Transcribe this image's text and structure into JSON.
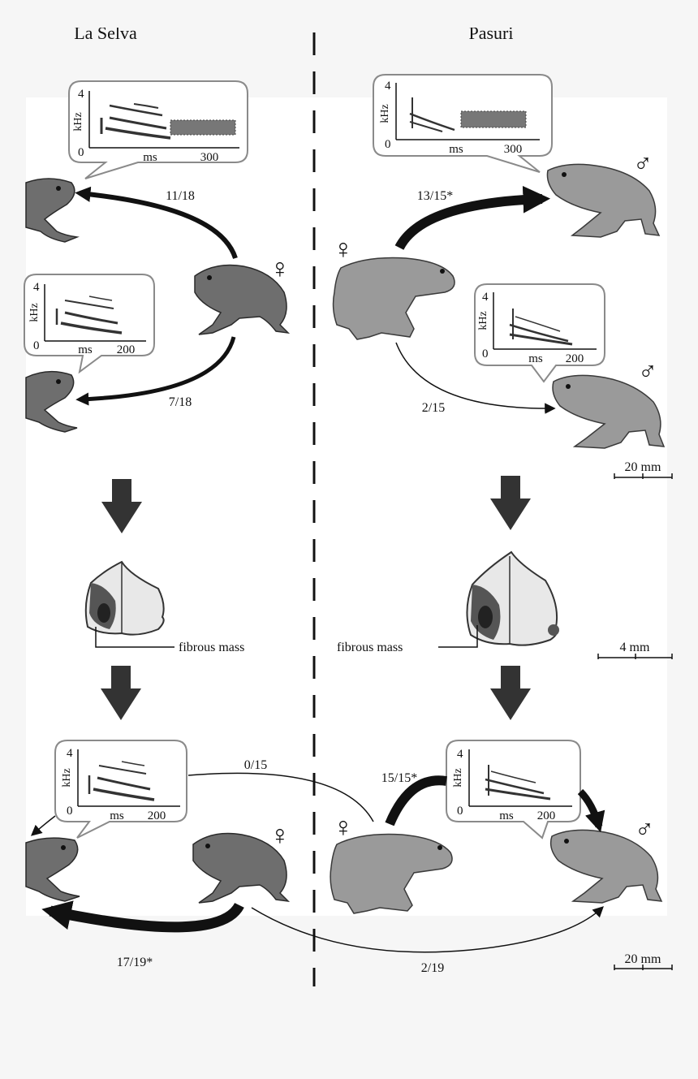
{
  "columns": {
    "left_title": "La Selva",
    "right_title": "Pasuri"
  },
  "top_row": {
    "left_spectrogram": {
      "y_axis_label": "kHz",
      "y_tick_top": "4",
      "y_tick_bottom": "0",
      "x_axis_label": "ms",
      "x_tick": "300"
    },
    "left_spectrogram_2": {
      "y_axis_label": "kHz",
      "y_tick_top": "4",
      "y_tick_bottom": "0",
      "x_axis_label": "ms",
      "x_tick": "200"
    },
    "right_spectrogram": {
      "y_axis_label": "kHz",
      "y_tick_top": "4",
      "y_tick_bottom": "0",
      "x_axis_label": "ms",
      "x_tick": "300"
    },
    "right_spectrogram_2": {
      "y_axis_label": "kHz",
      "y_tick_top": "4",
      "y_tick_bottom": "0",
      "x_axis_label": "ms",
      "x_tick": "200"
    },
    "left_ratio_upper": "11/18",
    "left_ratio_lower": "7/18",
    "right_ratio_upper": "13/15*",
    "right_ratio_lower": "2/15",
    "scale_bar": "20 mm"
  },
  "middle_row": {
    "left_label": "fibrous mass",
    "right_label": "fibrous mass",
    "scale_bar": "4 mm"
  },
  "bottom_row": {
    "left_spectrogram": {
      "y_axis_label": "kHz",
      "y_tick_top": "4",
      "y_tick_bottom": "0",
      "x_axis_label": "ms",
      "x_tick": "200"
    },
    "right_spectrogram": {
      "y_axis_label": "kHz",
      "y_tick_top": "4",
      "y_tick_bottom": "0",
      "x_axis_label": "ms",
      "x_tick": "200"
    },
    "ratio_cross_upper": "0/15",
    "ratio_right_upper": "15/15*",
    "ratio_left_lower": "17/19*",
    "ratio_cross_lower": "2/19",
    "scale_bar": "20 mm"
  },
  "symbols": {
    "female": "♀",
    "male": "♂"
  },
  "colors": {
    "background": "#f6f6f6",
    "panel": "#ffffff",
    "ink": "#111111",
    "down_arrow": "#333333",
    "bubble_stroke": "#8a8a8a"
  }
}
